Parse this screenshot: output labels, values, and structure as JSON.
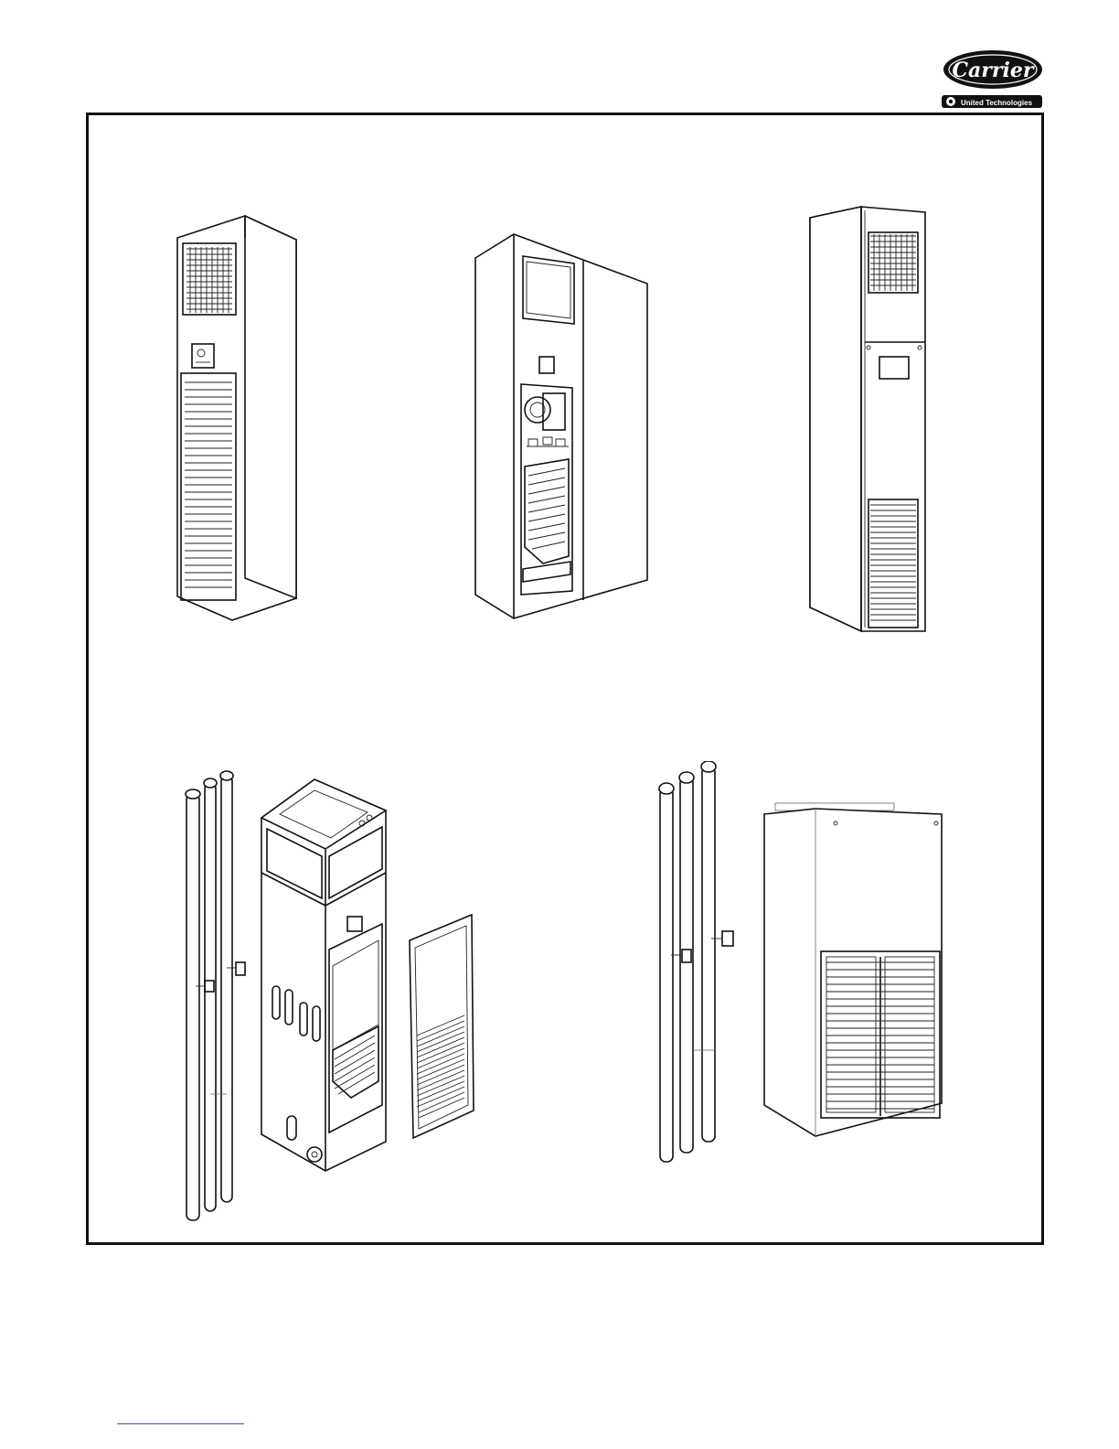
{
  "brand": {
    "name": "Carrier",
    "tagline": "United Technologies",
    "colors": {
      "logo_fill": "#111111",
      "logo_text": "#ffffff",
      "link": "#3a55a8"
    }
  },
  "figures": [
    {
      "id": "unit-1",
      "icon": "vertical-fan-coil-unit-grille-front"
    },
    {
      "id": "unit-2",
      "icon": "vertical-fan-coil-unit-open-cabinet"
    },
    {
      "id": "unit-3",
      "icon": "vertical-fan-coil-unit-slim"
    },
    {
      "id": "unit-4",
      "icon": "exploded-fan-coil-unit-with-risers"
    },
    {
      "id": "unit-5",
      "icon": "fan-coil-unit-with-risers-and-louvered-panel"
    }
  ]
}
